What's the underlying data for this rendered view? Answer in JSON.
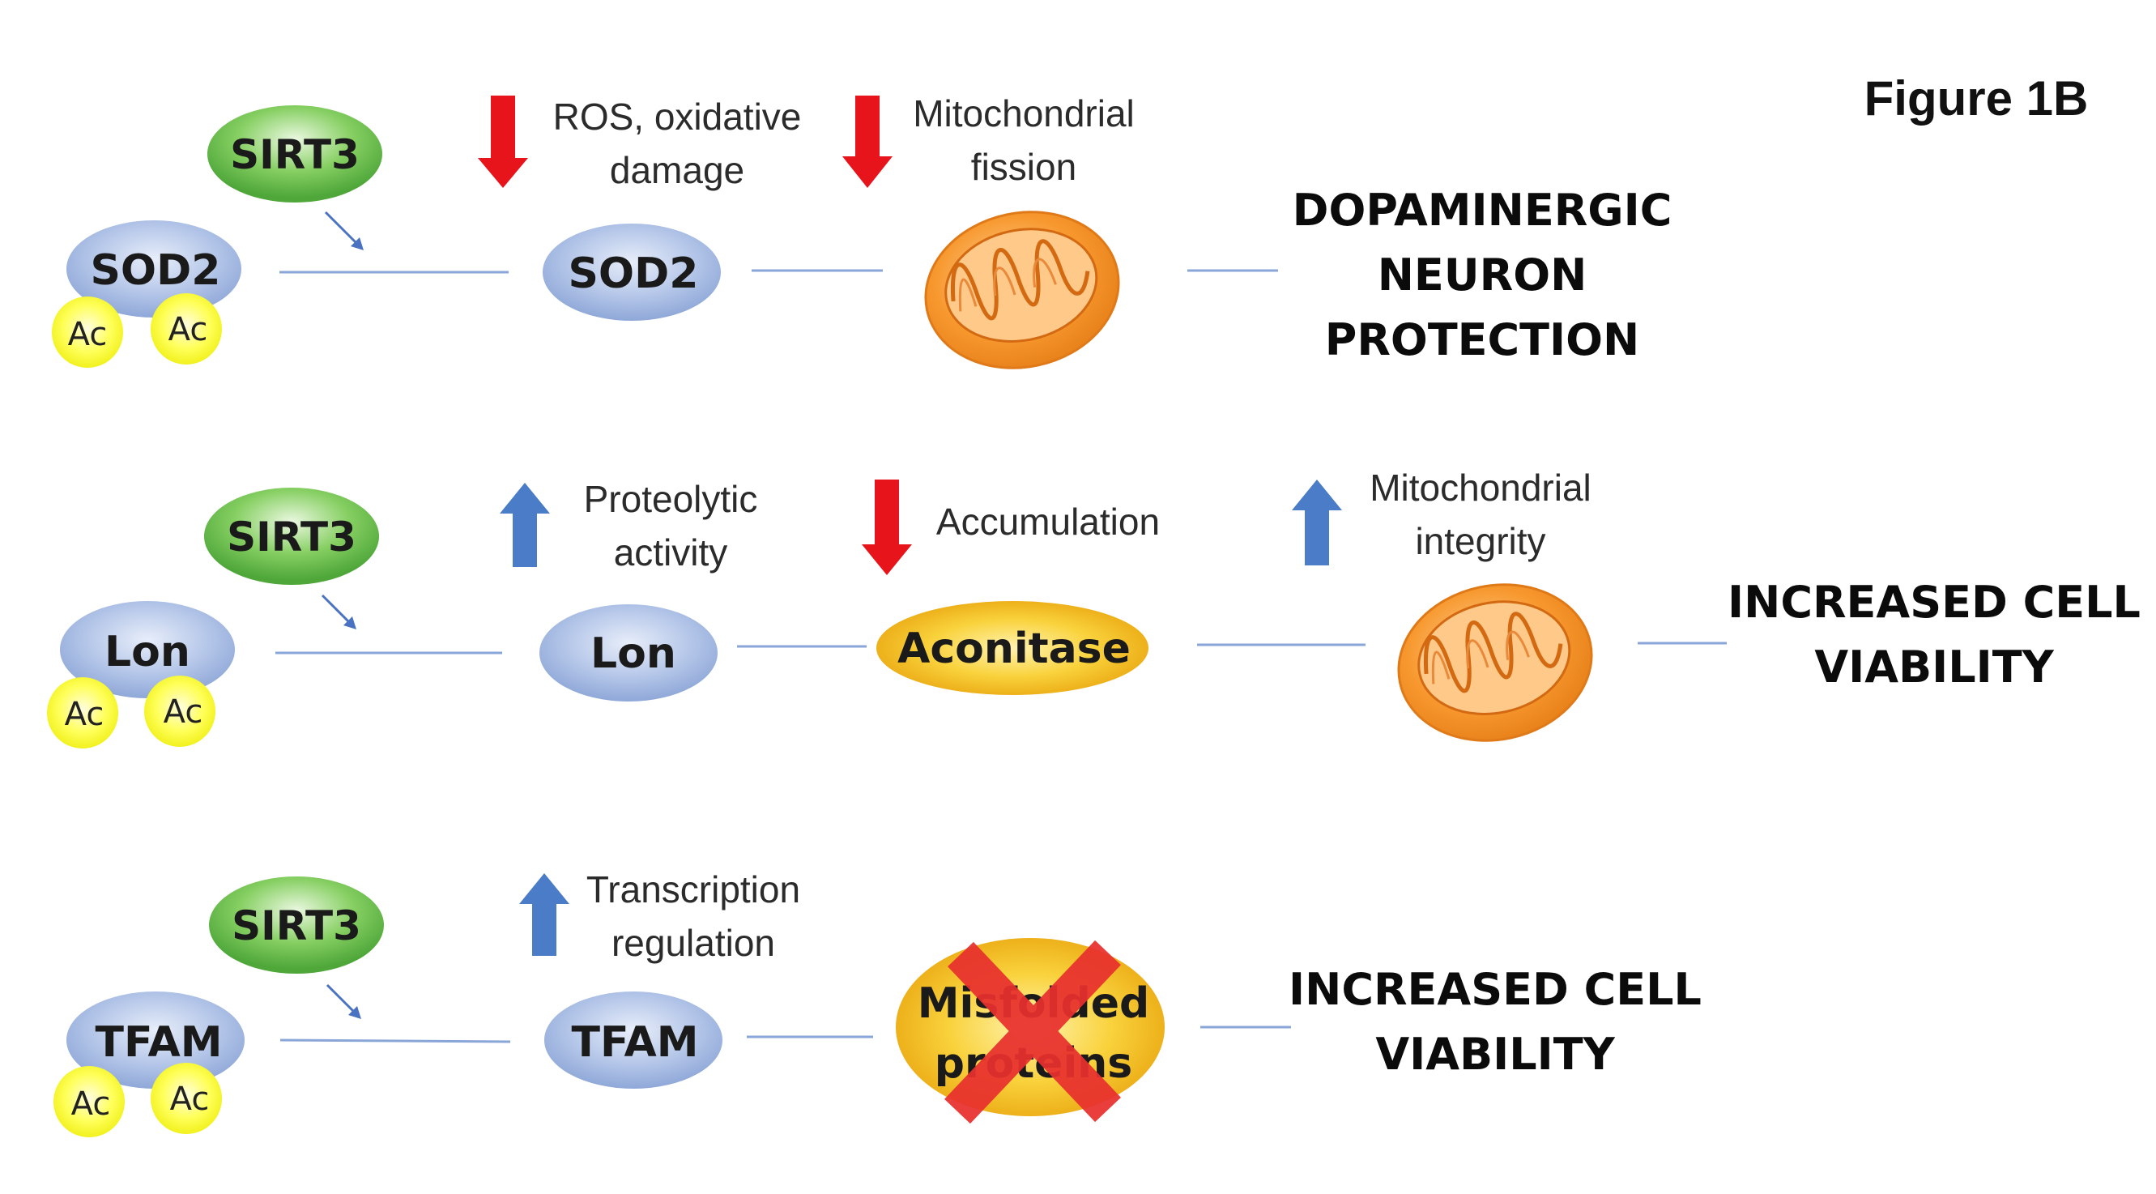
{
  "figure_label": "Figure 1B",
  "rows": [
    {
      "sirt3": "SIRT3",
      "substrate": "SOD2",
      "ac_marks": [
        "Ac",
        "Ac"
      ],
      "deacetylated": "SOD2",
      "effect1": {
        "direction": "down",
        "text": [
          "ROS, oxidative",
          "damage"
        ]
      },
      "effect2": {
        "direction": "down",
        "text": [
          "Mitochondrial",
          "fission"
        ]
      },
      "outcome": [
        "DOPAMINERGIC",
        "NEURON",
        "PROTECTION"
      ]
    },
    {
      "sirt3": "SIRT3",
      "substrate": "Lon",
      "ac_marks": [
        "Ac",
        "Ac"
      ],
      "deacetylated": "Lon",
      "effect1": {
        "direction": "up",
        "text": [
          "Proteolytic",
          "activity"
        ]
      },
      "effect2": {
        "direction": "down",
        "text": [
          "Accumulation"
        ]
      },
      "middle_node": "Aconitase",
      "effect3": {
        "direction": "up",
        "text": [
          "Mitochondrial",
          "integrity"
        ]
      },
      "outcome": [
        "INCREASED CELL",
        "VIABILITY"
      ]
    },
    {
      "sirt3": "SIRT3",
      "substrate": "TFAM",
      "ac_marks": [
        "Ac",
        "Ac"
      ],
      "deacetylated": "TFAM",
      "effect1": {
        "direction": "up",
        "text": [
          "Transcription",
          "regulation"
        ]
      },
      "crossed_node": [
        "Misfolded",
        "proteins"
      ],
      "outcome": [
        "INCREASED CELL",
        "VIABILITY"
      ]
    }
  ],
  "colors": {
    "arrow_down": "#e8141b",
    "arrow_up": "#4a7cc7",
    "sirt3": "#6bbf4e",
    "blue_node": "#a9bde3",
    "ac_mark": "#ffff1e",
    "aconitase": "#f7c21b",
    "mito": "#f5922a",
    "connector": "#8aa6d8",
    "cross": "#e8302e"
  }
}
